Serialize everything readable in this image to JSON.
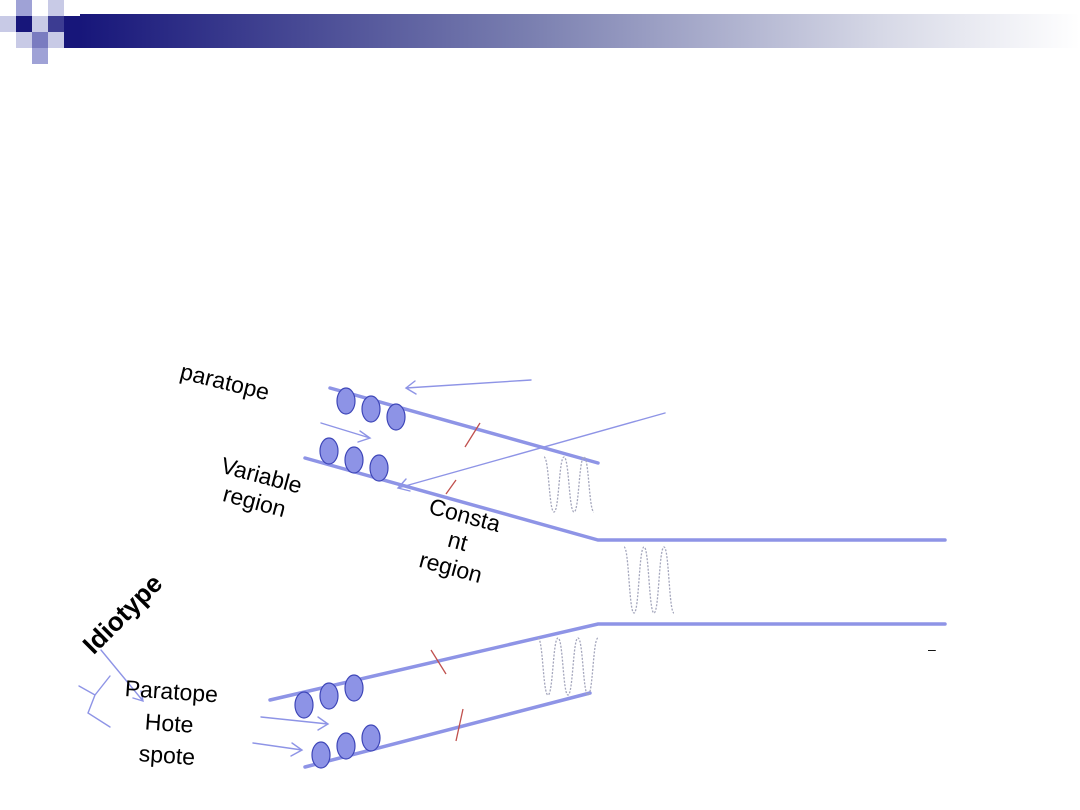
{
  "labels": {
    "paratope": "paratope",
    "variable_region": "Variable\nregion",
    "constant_region": "Consta\nnt\nregion",
    "idiotype": "Idiotype",
    "paratope_hotspot": "Paratope\nHote\nspote",
    "dash": "–"
  },
  "colors": {
    "accent": "#1f1a7a",
    "chain": "#8e94e6",
    "bead_fill": "#8d93e6",
    "bead_stroke": "#3e46b8",
    "disulfide": "#c0504d",
    "hinge": "#9ea0b8"
  },
  "icons": [
    "title-bar-checker-ornament"
  ]
}
